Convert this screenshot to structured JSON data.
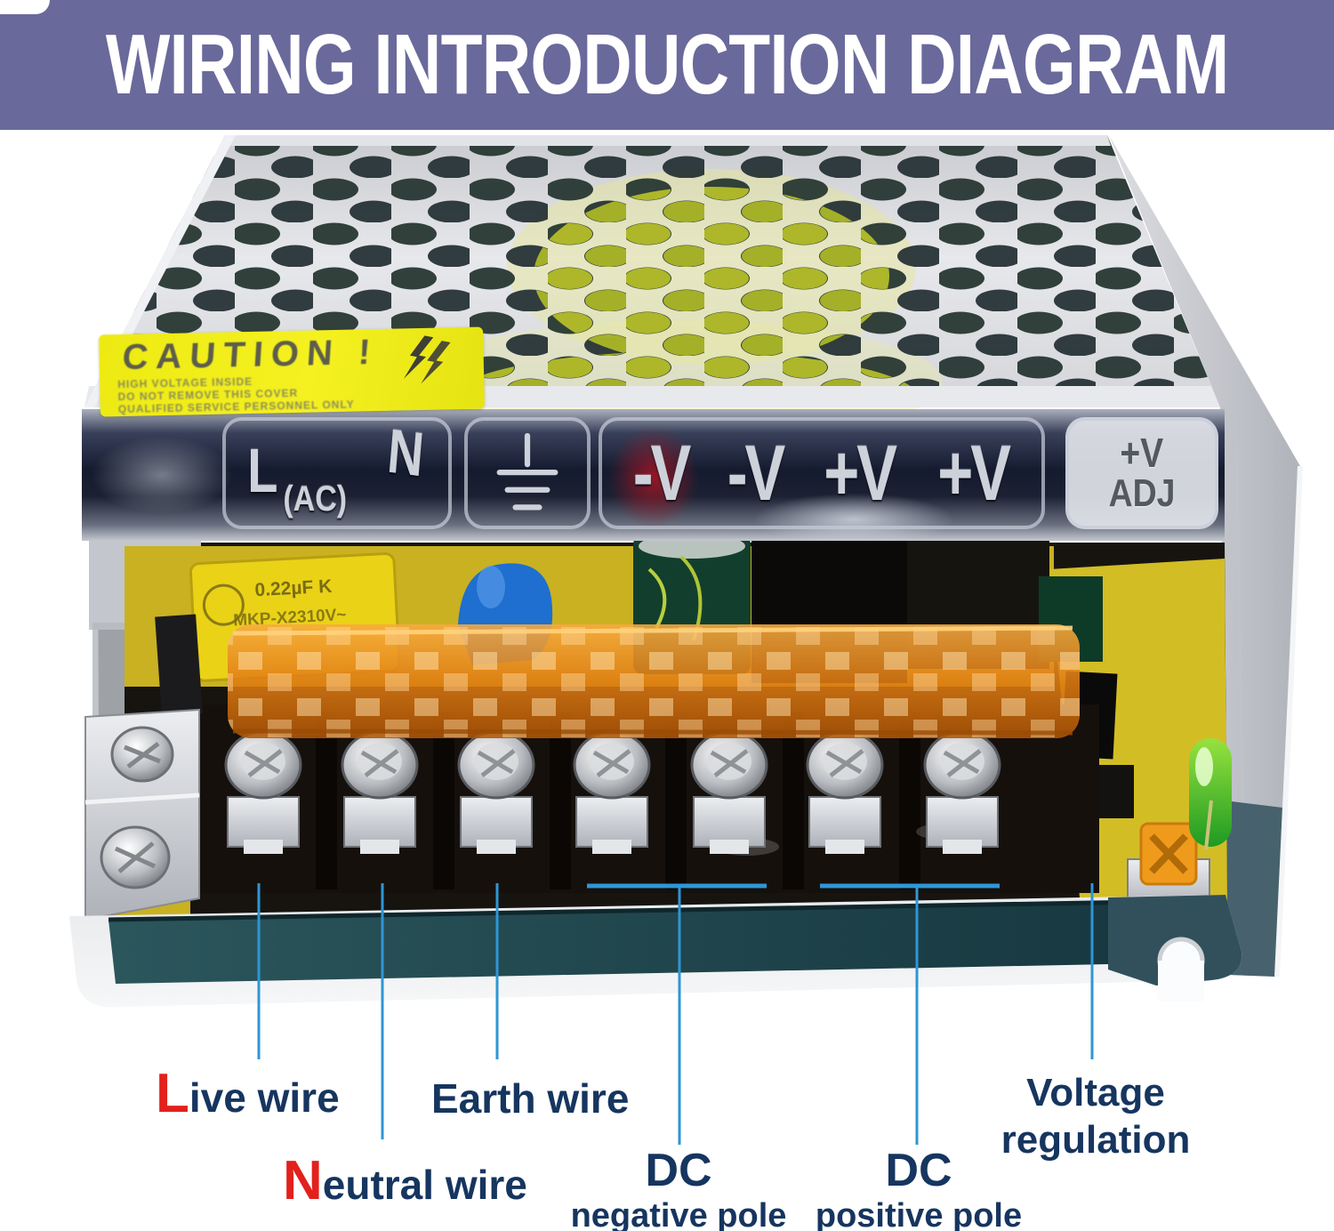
{
  "banner": {
    "title": "WIRING INTRODUCTION DIAGRAM",
    "bg_color": "#6a699b",
    "text_color": "#ffffff"
  },
  "device": {
    "caution_sticker": {
      "title": "CAUTION !",
      "line1": "HIGH VOLTAGE INSIDE",
      "line2": "DO NOT REMOVE THIS COVER",
      "line3": "QUALIFIED SERVICE PERSONNEL ONLY"
    },
    "terminal_panel": {
      "live_label": "L",
      "ac_label": "(AC)",
      "neutral_label": "N",
      "dc_terminals": [
        "-V",
        "-V",
        "+V",
        "+V"
      ],
      "adj_line1": "+V",
      "adj_line2": "ADJ"
    },
    "film_capacitor": {
      "line1": "0.22µF K",
      "line2": "MKP-X2310V~"
    }
  },
  "callouts": {
    "live": {
      "initial": "L",
      "rest": "ive wire"
    },
    "neutral": {
      "initial": "N",
      "rest": "eutral wire"
    },
    "earth": {
      "text": "Earth wire"
    },
    "dc_negative": {
      "line1": "DC",
      "line2": "negative pole"
    },
    "dc_positive": {
      "line1": "DC",
      "line2": "positive pole"
    },
    "voltage_regulation": {
      "line1": "Voltage",
      "line2": "regulation"
    }
  },
  "colors": {
    "label_navy": "#16355f",
    "label_red": "#e2211c",
    "leader_blue": "#2e96d5",
    "sticker_yellow": "#f0ec12"
  }
}
